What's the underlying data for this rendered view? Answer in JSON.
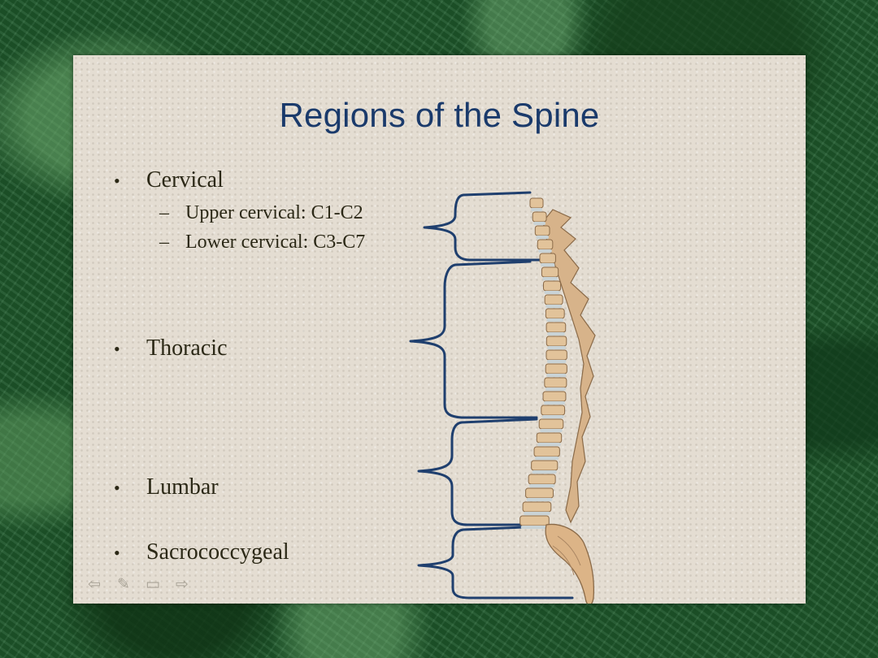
{
  "slide": {
    "title": "Regions of the Spine",
    "bullets": [
      {
        "label": "Cervical"
      },
      {
        "label": "Thoracic"
      },
      {
        "label": "Lumbar"
      },
      {
        "label": "Sacrococcygeal"
      }
    ],
    "sub_bullets": [
      {
        "label": "Upper cervical: C1-C2"
      },
      {
        "label": "Lower cervical: C3-C7"
      }
    ],
    "bullet_symbol": "•",
    "sub_bullet_symbol": "–"
  },
  "nav": {
    "prev_icon": "⇦",
    "pen_icon": "✎",
    "menu_icon": "▭",
    "next_icon": "⇨"
  },
  "colors": {
    "title": "#1a3a6b",
    "bracket": "#1f3f6e",
    "bone": "#e2c39a",
    "disc": "#c9d3d6"
  }
}
